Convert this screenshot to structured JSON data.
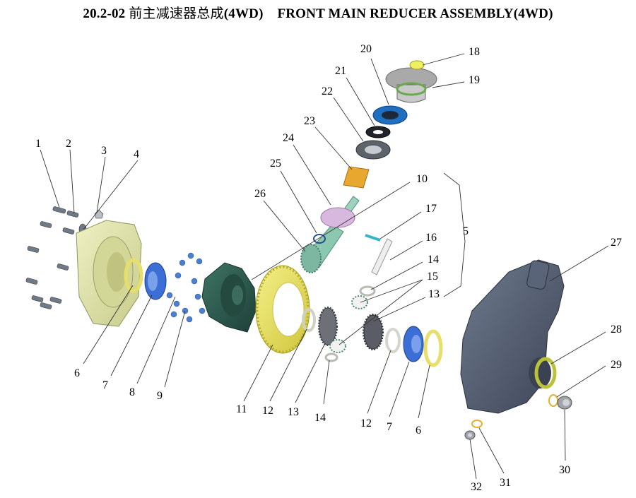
{
  "title": {
    "code": "20.2-02",
    "zh": "前主减速器总成",
    "zh_suffix": "(4WD)",
    "en": "FRONT MAIN REDUCER ASSEMBLY(4WD)"
  },
  "callouts": [
    {
      "label": "1"
    },
    {
      "label": "2"
    },
    {
      "label": "3"
    },
    {
      "label": "4"
    },
    {
      "label": "5"
    },
    {
      "label": "6"
    },
    {
      "label": "7"
    },
    {
      "label": "8"
    },
    {
      "label": "9"
    },
    {
      "label": "10"
    },
    {
      "label": "11"
    },
    {
      "label": "12"
    },
    {
      "label": "13"
    },
    {
      "label": "14"
    },
    {
      "label": "15"
    },
    {
      "label": "16"
    },
    {
      "label": "17"
    },
    {
      "label": "18"
    },
    {
      "label": "19"
    },
    {
      "label": "20"
    },
    {
      "label": "21"
    },
    {
      "label": "22"
    },
    {
      "label": "23"
    },
    {
      "label": "24"
    },
    {
      "label": "25"
    },
    {
      "label": "26"
    },
    {
      "label": "27"
    },
    {
      "label": "28"
    },
    {
      "label": "29"
    },
    {
      "label": "30"
    },
    {
      "label": "31"
    },
    {
      "label": "32"
    },
    {
      "label": "6"
    },
    {
      "label": "7"
    },
    {
      "label": "12"
    },
    {
      "label": "13"
    },
    {
      "label": "14"
    }
  ],
  "colors": {
    "housing_cover": "#dfe4a8",
    "main_housing": "#4b5568",
    "differential_case": "#2d5a4f",
    "ring_gear": "#e6e05c",
    "bearing_race": "#3b6fd6",
    "shims": "#d9d9c8",
    "pinion": "#8cc7b0",
    "spacer": "#e8a830",
    "pinion_bearing": "#d9b8e0",
    "seal": "#1f6fc0",
    "flange": "#a9a9a9",
    "bolts": "#6f7a86"
  }
}
